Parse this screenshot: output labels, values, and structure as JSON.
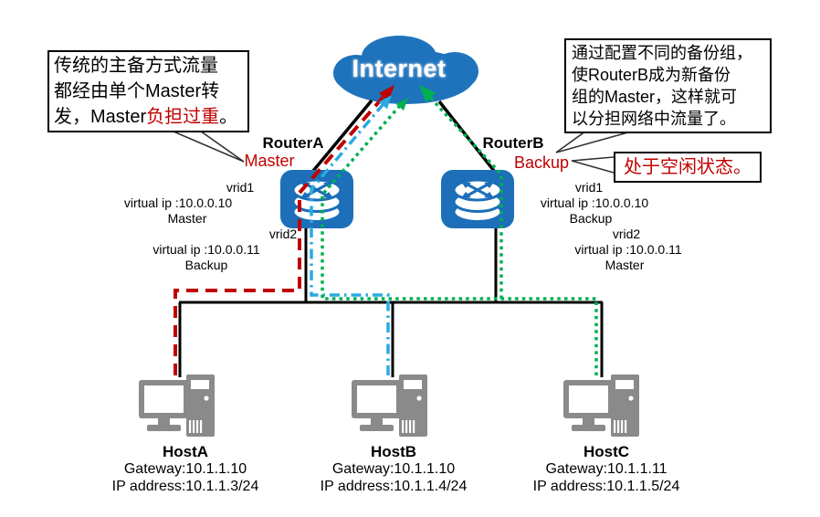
{
  "colors": {
    "line_red": "#c00000",
    "line_blue": "#29abe2",
    "line_green": "#00b050",
    "device_blue": "#1c6fb8",
    "host_gray": "#8a8a8a"
  },
  "internet": {
    "label": "Internet"
  },
  "callout_left": {
    "line1": "传统的主备方式流量",
    "line2": "都经由单个Master转",
    "line3_start": "发，Master",
    "line3_red": "负担过重",
    "line3_end": "。"
  },
  "callout_right": {
    "line1": "通过配置不同的备份组，",
    "line2": "使RouterB成为新备份",
    "line3": "组的Master，这样就可",
    "line4": "以分担网络中流量了。"
  },
  "callout_idle": {
    "text": "处于空闲状态。"
  },
  "routers": [
    {
      "name": "RouterA",
      "role": "Master",
      "vrrp": [
        "vrid1",
        "virtual ip :10.0.0.10",
        "Master",
        "vrid2",
        "virtual ip :10.0.0.11",
        "Backup"
      ]
    },
    {
      "name": "RouterB",
      "role": "Backup",
      "vrrp": [
        "vrid1",
        "virtual ip :10.0.0.10",
        "Backup",
        "vrid2",
        "virtual ip :10.0.0.11",
        "Master"
      ]
    }
  ],
  "hosts": [
    {
      "name": "HostA",
      "gateway": "Gateway:10.1.1.10",
      "ip": "IP address:10.1.1.3/24"
    },
    {
      "name": "HostB",
      "gateway": "Gateway:10.1.1.10",
      "ip": "IP address:10.1.1.4/24"
    },
    {
      "name": "HostC",
      "gateway": "Gateway:10.1.1.11",
      "ip": "IP address:10.1.1.5/24"
    }
  ]
}
